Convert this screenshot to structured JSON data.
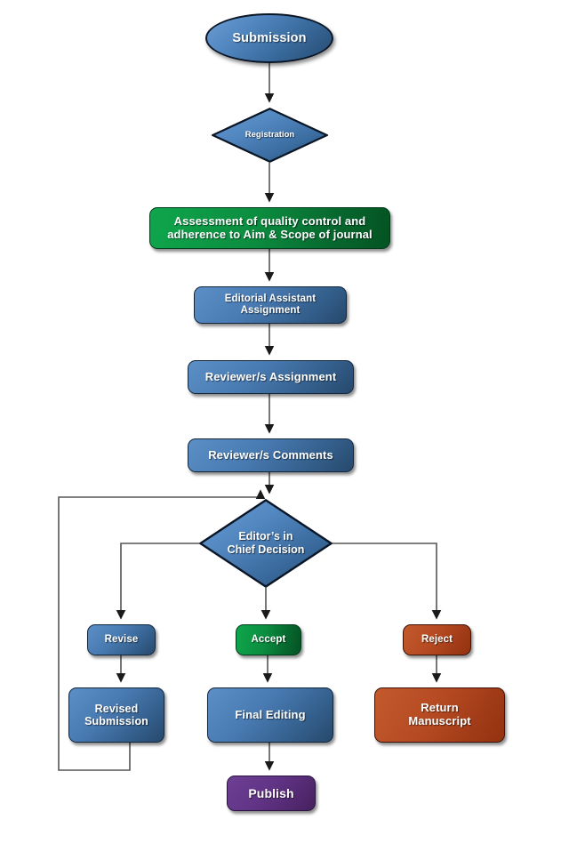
{
  "diagram": {
    "title": "Journal Editorial Workflow",
    "type": "flowchart",
    "background": "#ffffff",
    "connector_color": "#555555",
    "palette": {
      "blue_light": "#5c8fc6",
      "blue_dark": "#27496c",
      "green_light": "#0fa64c",
      "green_dark": "#045322",
      "red_light": "#c35a2d",
      "red_dark": "#93320f",
      "purple_light": "#6e3f93",
      "purple_dark": "#46205f",
      "text": "#ffffff",
      "outline": "#12263d"
    }
  },
  "nodes": {
    "submission": {
      "label": "Submission",
      "shape": "ellipse",
      "color": "blue"
    },
    "registration": {
      "label": "Registration",
      "shape": "diamond",
      "color": "blue"
    },
    "assessment": {
      "label": "Assessment of quality  control and adherence to Aim & Scope of journal",
      "line1": "Assessment of quality  control and",
      "line2": "adherence to Aim & Scope of journal",
      "shape": "process",
      "color": "green"
    },
    "editorial_assistant": {
      "label": "Editorial Assistant Assignment",
      "line1": "Editorial Assistant",
      "line2": "Assignment",
      "shape": "process",
      "color": "blue"
    },
    "reviewer_assignment": {
      "label": "Reviewer/s Assignment",
      "shape": "process",
      "color": "blue"
    },
    "reviewer_comments": {
      "label": "Reviewer/s Comments",
      "shape": "process",
      "color": "blue"
    },
    "decision": {
      "label": "Editor's in Chief Decision",
      "line1": "Editor’s in",
      "line2": "Chief Decision",
      "shape": "diamond",
      "color": "blue"
    },
    "revise": {
      "label": "Revise",
      "shape": "process",
      "color": "blue"
    },
    "accept": {
      "label": "Accept",
      "shape": "process",
      "color": "green"
    },
    "reject": {
      "label": "Reject",
      "shape": "process",
      "color": "red"
    },
    "revised_submission": {
      "label": "Revised Submission",
      "line1": "Revised",
      "line2": "Submission",
      "shape": "process",
      "color": "blue"
    },
    "final_editing": {
      "label": "Final Editing",
      "shape": "process",
      "color": "blue"
    },
    "return_manuscript": {
      "label": "Return Manuscript",
      "line1": "Return",
      "line2": "Manuscript",
      "shape": "process",
      "color": "red"
    },
    "publish": {
      "label": "Publish",
      "shape": "process",
      "color": "purple"
    }
  },
  "edges": [
    {
      "from": "submission",
      "to": "registration",
      "label": ""
    },
    {
      "from": "registration",
      "to": "assessment",
      "label": ""
    },
    {
      "from": "assessment",
      "to": "editorial_assistant",
      "label": ""
    },
    {
      "from": "editorial_assistant",
      "to": "reviewer_assignment",
      "label": ""
    },
    {
      "from": "reviewer_assignment",
      "to": "reviewer_comments",
      "label": ""
    },
    {
      "from": "reviewer_comments",
      "to": "decision",
      "label": ""
    },
    {
      "from": "decision",
      "to": "revise",
      "label": ""
    },
    {
      "from": "decision",
      "to": "accept",
      "label": ""
    },
    {
      "from": "decision",
      "to": "reject",
      "label": ""
    },
    {
      "from": "revise",
      "to": "revised_submission",
      "label": ""
    },
    {
      "from": "accept",
      "to": "final_editing",
      "label": ""
    },
    {
      "from": "reject",
      "to": "return_manuscript",
      "label": ""
    },
    {
      "from": "final_editing",
      "to": "publish",
      "label": ""
    },
    {
      "from": "revised_submission",
      "to": "decision",
      "label": ""
    }
  ]
}
